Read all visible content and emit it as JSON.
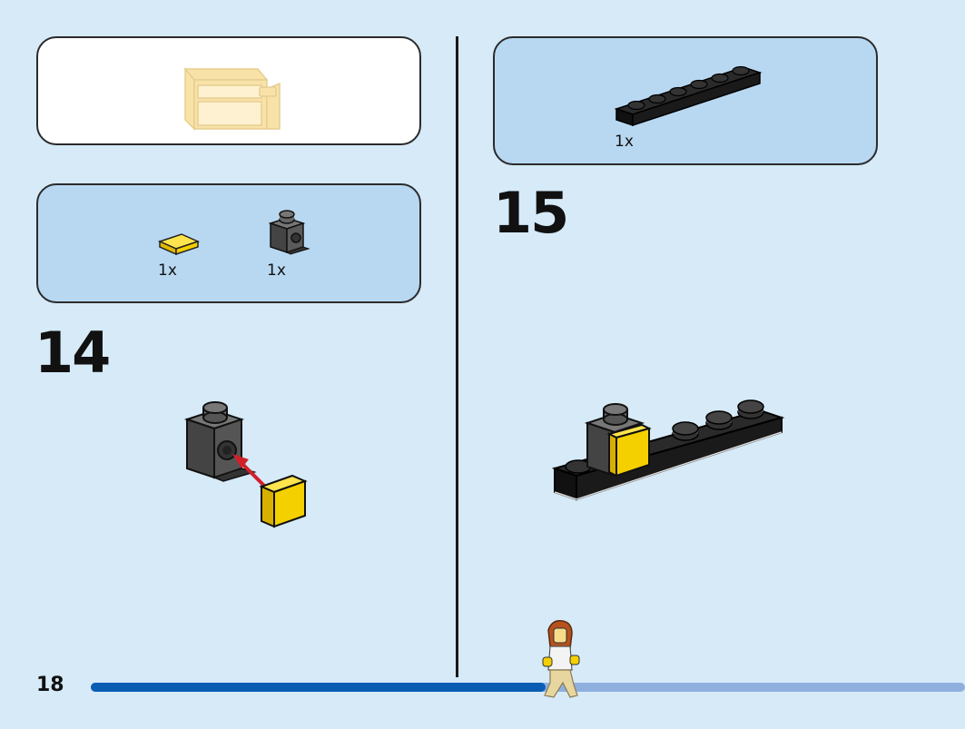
{
  "page": {
    "number": "18"
  },
  "progress": {
    "fraction": 0.52
  },
  "panel_a": {
    "kind": "previous-model-preview",
    "icon": "faded-yellow-cart-model"
  },
  "panel_b": {
    "parts": [
      {
        "icon": "yellow-tile-1x1",
        "qty": "1x"
      },
      {
        "icon": "dark-gray-brick-with-stud",
        "qty": "1x"
      }
    ]
  },
  "panel_c": {
    "parts": [
      {
        "icon": "black-plate-1x6",
        "qty": "1x"
      }
    ]
  },
  "steps": [
    {
      "number": "14"
    },
    {
      "number": "15"
    }
  ],
  "colors": {
    "background": "#d6eaf8",
    "parts_panel": "#b8d8f2",
    "arrow": "#d0202a",
    "lego_yellow": "#f5d000",
    "lego_dark_gray": "#555555",
    "lego_black": "#1f1f1f",
    "progress_done": "#0a5db3",
    "progress_todo": "#8fb0df"
  }
}
